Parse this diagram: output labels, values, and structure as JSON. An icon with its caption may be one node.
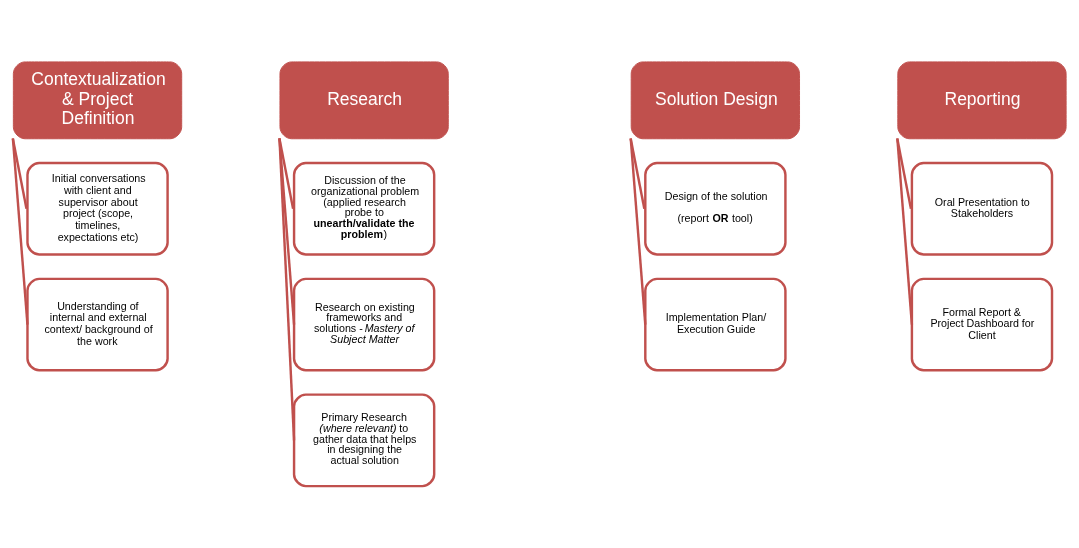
{
  "diagram": {
    "nodes": [
      {
        "text": [
          "Contextualization & Project Definition"
        ]
      },
      {
        "text": [
          "Initial conversations with client and supervisor about project (scope, timelines, expectations etc)"
        ]
      },
      {
        "text": [
          "Understanding of internal and external context/ background of the work"
        ]
      },
      {
        "text": [
          "Research"
        ]
      },
      {
        "text": [
          "Discussion of the organizational problem (applied research probe to **unearth/validate the problem**)"
        ]
      },
      {
        "text": [
          "Research on existing frameworks and solutions - *Mastery of Subject Matter*"
        ]
      },
      {
        "text": [
          "Primary Research *(where relevant)* to gather data that helps in designing the actual solution"
        ]
      },
      {
        "text": [
          "Solution Design"
        ]
      },
      {
        "text": [
          "Design of the solution",
          "(report **OR** tool)"
        ]
      },
      {
        "text": [
          "Implementation Plan/ Execution Guide"
        ]
      },
      {
        "text": [
          "Reporting"
        ]
      },
      {
        "text": [
          "Oral Presentation to Stakeholders"
        ]
      },
      {
        "text": [
          "Formal Report & Project Dashboard for Client"
        ]
      }
    ],
    "edges": [
      {
        "from": 0,
        "to": 1,
        "arrow": "none"
      },
      {
        "from": 0,
        "to": 2,
        "arrow": "none"
      },
      {
        "from": 3,
        "to": 4,
        "arrow": "none"
      },
      {
        "from": 3,
        "to": 5,
        "arrow": "none"
      },
      {
        "from": 3,
        "to": 6,
        "arrow": "none"
      },
      {
        "from": 7,
        "to": 8,
        "arrow": "none"
      },
      {
        "from": 7,
        "to": 9,
        "arrow": "none"
      },
      {
        "from": 10,
        "to": 11,
        "arrow": "none"
      },
      {
        "from": 10,
        "to": 12,
        "arrow": "none"
      }
    ]
  }
}
